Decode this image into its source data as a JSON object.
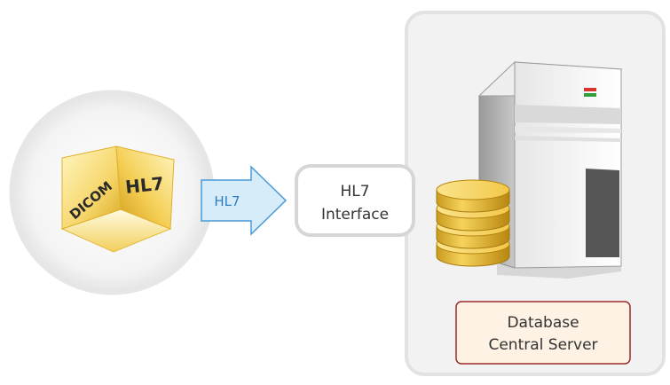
{
  "cube": {
    "left_face_text": "DICOM",
    "right_face_text": "HL7"
  },
  "arrow": {
    "label": "HL7"
  },
  "interface_box": {
    "line1": "HL7",
    "line2": "Interface"
  },
  "server_panel": {
    "label_line1": "Database",
    "label_line2": "Central Server"
  },
  "colors": {
    "gold_light": "#fff3b0",
    "gold_mid": "#f2c94c",
    "gold_dark": "#c79a1a",
    "arrow_fill": "#d6ecf9",
    "arrow_stroke": "#4a9ad6",
    "panel_bg": "#f2f2f2",
    "panel_border": "#e2e2e2",
    "label_border": "#9b2a2a",
    "label_bg": "#fdf2e3",
    "led_red": "#d9342b",
    "led_green": "#2e9e3b"
  },
  "icons": [
    "dicom-hl7-cube-icon",
    "right-arrow-icon",
    "server-tower-icon",
    "database-stack-icon"
  ]
}
